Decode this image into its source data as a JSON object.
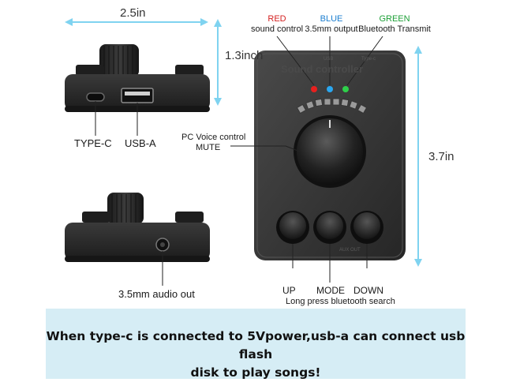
{
  "dimensions": {
    "width": "2.5in",
    "height": "1.3inch",
    "depth": "3.7in"
  },
  "indicators": {
    "red": {
      "name": "RED",
      "desc": "sound control",
      "color": "#e8201e"
    },
    "blue": {
      "name": "BLUE",
      "desc": "3.5mm output",
      "color": "#2aa7f0"
    },
    "green": {
      "name": "GREEN",
      "desc": "Bluetooth Transmit",
      "color": "#2ed04a"
    }
  },
  "ports": {
    "typec": "TYPE-C",
    "usba": "USB-A",
    "audio": "3.5mm audio out"
  },
  "knob": {
    "line1": "PC Voice control",
    "line2": "MUTE"
  },
  "buttons": {
    "up": "UP",
    "mode": "MODE",
    "down": "DOWN",
    "note": "Long press bluetooth search"
  },
  "device": {
    "title": "Sound controller",
    "label_usb": "USB",
    "label_typec": "Type-c",
    "label_aux": "AUX OUT"
  },
  "banner": {
    "line1": "When type-c is connected to 5Vpower,usb-a can connect usb flash",
    "line2": "disk to play songs!"
  },
  "colors": {
    "dimension_line": "#7fd3f0",
    "banner_bg": "#d6edf5",
    "device_body": "#2b2b2b"
  }
}
